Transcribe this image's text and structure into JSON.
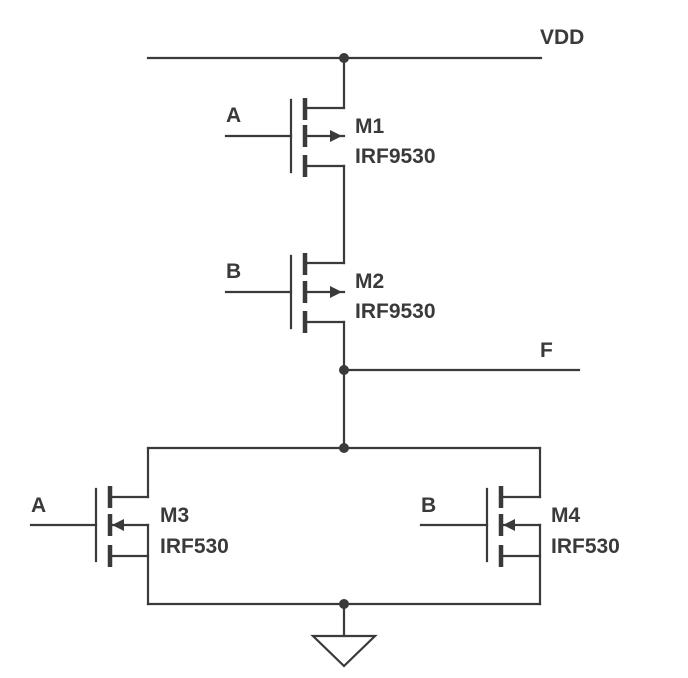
{
  "nets": {
    "supply": "VDD",
    "output": "F"
  },
  "transistors": [
    {
      "ref": "M1",
      "part": "IRF9530",
      "gate": "A",
      "type": "pmos"
    },
    {
      "ref": "M2",
      "part": "IRF9530",
      "gate": "B",
      "type": "pmos"
    },
    {
      "ref": "M3",
      "part": "IRF530",
      "gate": "A",
      "type": "nmos"
    },
    {
      "ref": "M4",
      "part": "IRF530",
      "gate": "B",
      "type": "nmos"
    }
  ],
  "colors": {
    "ink": "#3a3a3a",
    "background": "#ffffff"
  },
  "icons": {
    "ground": "ground-symbol-icon"
  }
}
